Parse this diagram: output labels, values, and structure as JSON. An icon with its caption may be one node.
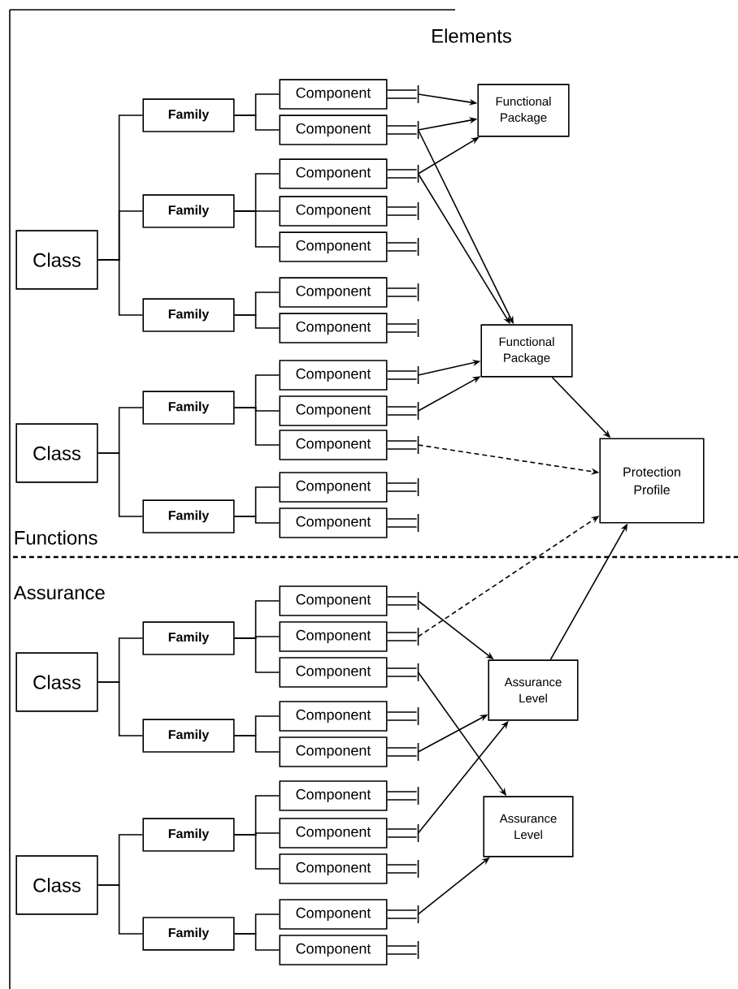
{
  "diagram": {
    "title": "Elements",
    "nodes": [
      {
        "text": [
          "Class"
        ]
      },
      {
        "text": [
          "Family"
        ]
      },
      {
        "text": [
          "Family"
        ]
      },
      {
        "text": [
          "Family"
        ]
      },
      {
        "text": [
          "Class"
        ]
      },
      {
        "text": [
          "Family"
        ]
      },
      {
        "text": [
          "Family"
        ]
      },
      {
        "text": [
          "Class"
        ]
      },
      {
        "text": [
          "Family"
        ]
      },
      {
        "text": [
          "Family"
        ]
      },
      {
        "text": [
          "Class"
        ]
      },
      {
        "text": [
          "Family"
        ]
      },
      {
        "text": [
          "Family"
        ]
      },
      {
        "text": [
          "Component"
        ]
      },
      {
        "text": [
          "Component"
        ]
      },
      {
        "text": [
          "Component"
        ]
      },
      {
        "text": [
          "Component"
        ]
      },
      {
        "text": [
          "Component"
        ]
      },
      {
        "text": [
          "Component"
        ]
      },
      {
        "text": [
          "Component"
        ]
      },
      {
        "text": [
          "Component"
        ]
      },
      {
        "text": [
          "Component"
        ]
      },
      {
        "text": [
          "Component"
        ]
      },
      {
        "text": [
          "Component"
        ]
      },
      {
        "text": [
          "Component"
        ]
      },
      {
        "text": [
          "Component"
        ]
      },
      {
        "text": [
          "Component"
        ]
      },
      {
        "text": [
          "Component"
        ]
      },
      {
        "text": [
          "Component"
        ]
      },
      {
        "text": [
          "Component"
        ]
      },
      {
        "text": [
          "Component"
        ]
      },
      {
        "text": [
          "Component"
        ]
      },
      {
        "text": [
          "Component"
        ]
      },
      {
        "text": [
          "Component"
        ]
      },
      {
        "text": [
          "Component"
        ]
      },
      {
        "text": [
          "Functional Package"
        ]
      },
      {
        "text": [
          "Functional Package"
        ]
      },
      {
        "text": [
          "Protection Profile"
        ]
      },
      {
        "text": [
          "Assurance Level"
        ]
      },
      {
        "text": [
          "Assurance Level"
        ]
      }
    ],
    "edges": [
      {
        "from": 0,
        "to": 1,
        "arrow": "none"
      },
      {
        "from": 0,
        "to": 2,
        "arrow": "none"
      },
      {
        "from": 0,
        "to": 3,
        "arrow": "none"
      },
      {
        "from": 4,
        "to": 5,
        "arrow": "none"
      },
      {
        "from": 4,
        "to": 6,
        "arrow": "none"
      },
      {
        "from": 7,
        "to": 8,
        "arrow": "none"
      },
      {
        "from": 7,
        "to": 9,
        "arrow": "none"
      },
      {
        "from": 10,
        "to": 11,
        "arrow": "none"
      },
      {
        "from": 10,
        "to": 12,
        "arrow": "none"
      },
      {
        "from": 1,
        "to": 13,
        "arrow": "none"
      },
      {
        "from": 1,
        "to": 14,
        "arrow": "none"
      },
      {
        "from": 2,
        "to": 15,
        "arrow": "none"
      },
      {
        "from": 2,
        "to": 16,
        "arrow": "none"
      },
      {
        "from": 2,
        "to": 17,
        "arrow": "none"
      },
      {
        "from": 3,
        "to": 18,
        "arrow": "none"
      },
      {
        "from": 3,
        "to": 19,
        "arrow": "none"
      },
      {
        "from": 5,
        "to": 20,
        "arrow": "none"
      },
      {
        "from": 5,
        "to": 21,
        "arrow": "none"
      },
      {
        "from": 5,
        "to": 22,
        "arrow": "none"
      },
      {
        "from": 6,
        "to": 23,
        "arrow": "none"
      },
      {
        "from": 6,
        "to": 24,
        "arrow": "none"
      },
      {
        "from": 8,
        "to": 25,
        "arrow": "none"
      },
      {
        "from": 8,
        "to": 26,
        "arrow": "none"
      },
      {
        "from": 8,
        "to": 27,
        "arrow": "none"
      },
      {
        "from": 9,
        "to": 28,
        "arrow": "none"
      },
      {
        "from": 9,
        "to": 29,
        "arrow": "none"
      },
      {
        "from": 11,
        "to": 30,
        "arrow": "none"
      },
      {
        "from": 11,
        "to": 31,
        "arrow": "none"
      },
      {
        "from": 11,
        "to": 32,
        "arrow": "none"
      },
      {
        "from": 12,
        "to": 33,
        "arrow": "none"
      },
      {
        "from": 12,
        "to": 34,
        "arrow": "none"
      },
      {
        "from": 13,
        "to": 35,
        "arrow": "to"
      },
      {
        "from": 14,
        "to": 35,
        "arrow": "to"
      },
      {
        "from": 15,
        "to": 35,
        "arrow": "to"
      },
      {
        "from": 14,
        "to": 36,
        "arrow": "to"
      },
      {
        "from": 15,
        "to": 36,
        "arrow": "to"
      },
      {
        "from": 20,
        "to": 36,
        "arrow": "to"
      },
      {
        "from": 21,
        "to": 36,
        "arrow": "to"
      },
      {
        "from": 36,
        "to": 37,
        "arrow": "to"
      },
      {
        "from": 22,
        "to": 37,
        "arrow": "to",
        "style": "dashed"
      },
      {
        "from": 26,
        "to": 37,
        "arrow": "to",
        "style": "dashed"
      },
      {
        "from": 38,
        "to": 37,
        "arrow": "to"
      },
      {
        "from": 25,
        "to": 38,
        "arrow": "to"
      },
      {
        "from": 29,
        "to": 38,
        "arrow": "to"
      },
      {
        "from": 31,
        "to": 38,
        "arrow": "to"
      },
      {
        "from": 27,
        "to": 39,
        "arrow": "to"
      },
      {
        "from": 33,
        "to": 39,
        "arrow": "to"
      }
    ],
    "labels": [
      "Functions",
      "Assurance"
    ]
  }
}
